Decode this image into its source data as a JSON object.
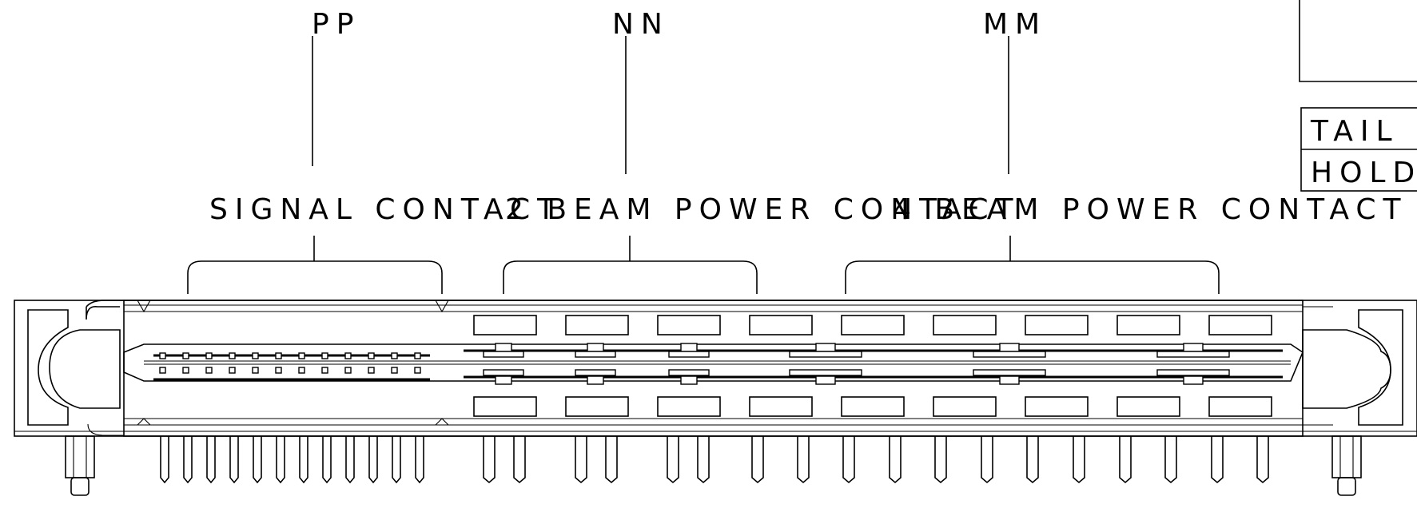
{
  "callouts": {
    "pp": "PP",
    "nn": "NN",
    "mm": "MM"
  },
  "sections": {
    "signal": "SIGNAL CONTACT",
    "two_beam": "2 BEAM POWER CONTACT",
    "four_beam": "4 BEAM POWER CONTACT"
  },
  "table": {
    "row1": "TAIL LE",
    "row2": "HOLD-DO"
  }
}
